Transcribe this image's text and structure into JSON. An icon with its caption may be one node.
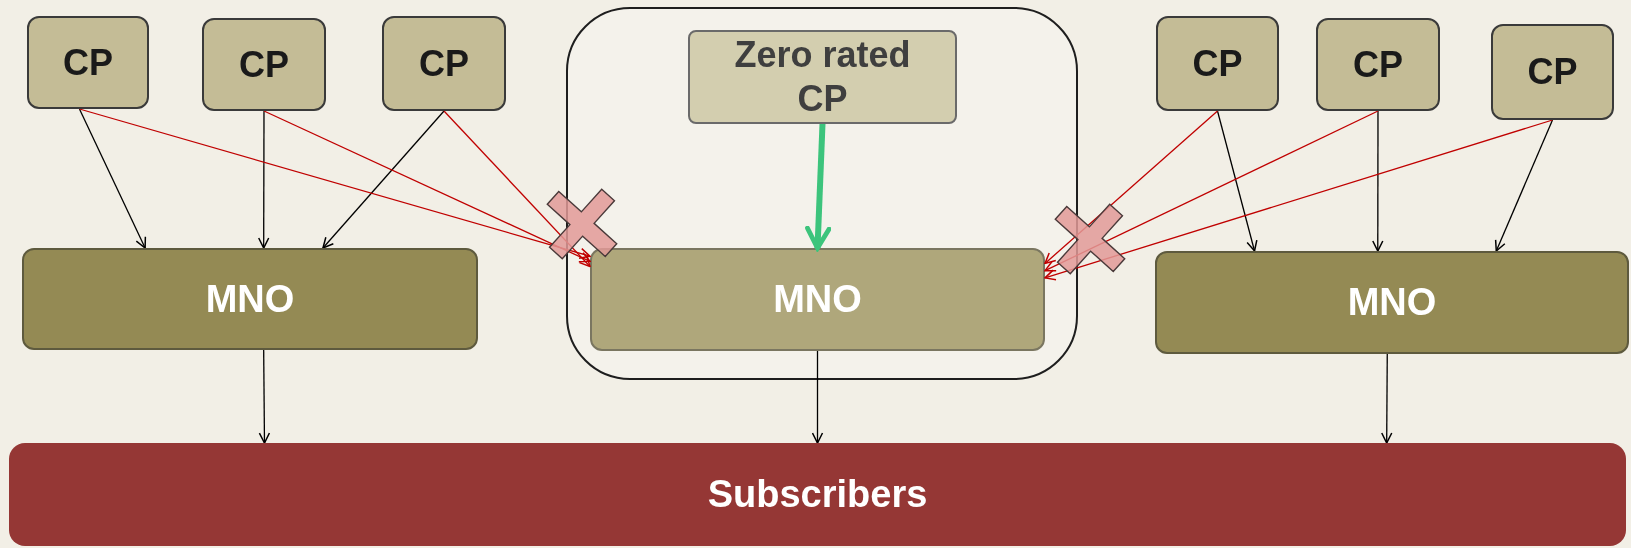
{
  "diagram": {
    "nodes": [
      {
        "text": [
          "CP"
        ]
      },
      {
        "text": [
          "CP"
        ]
      },
      {
        "text": [
          "CP"
        ]
      },
      {
        "text": [],
        "shape": "box"
      },
      {
        "text": [
          "Zero rated CP"
        ],
        "in": 3
      },
      {
        "text": [
          "CP"
        ]
      },
      {
        "text": [
          "CP"
        ]
      },
      {
        "text": [
          "CP"
        ]
      },
      {
        "text": [
          "MNO"
        ]
      },
      {
        "text": [
          "MNO"
        ],
        "in": 3
      },
      {
        "text": [
          "MNO"
        ]
      },
      {
        "text": [
          "Subscribers"
        ]
      }
    ],
    "edges": [
      {
        "from": 0,
        "to": 8,
        "arrow": "to"
      },
      {
        "from": 1,
        "to": 8,
        "arrow": "to"
      },
      {
        "from": 2,
        "to": 8,
        "arrow": "to"
      },
      {
        "from": 0,
        "to": 9,
        "arrow": "to",
        "color": "#c00000"
      },
      {
        "from": 1,
        "to": 9,
        "arrow": "to",
        "color": "#c00000"
      },
      {
        "from": 2,
        "to": 9,
        "arrow": "to",
        "color": "#c00000"
      },
      {
        "from": 4,
        "to": 9,
        "arrow": "to",
        "style": "thick",
        "color": "#3cc47c"
      },
      {
        "from": 5,
        "to": 10,
        "arrow": "to"
      },
      {
        "from": 6,
        "to": 10,
        "arrow": "to"
      },
      {
        "from": 7,
        "to": 10,
        "arrow": "to"
      },
      {
        "from": 5,
        "to": 9,
        "arrow": "to",
        "color": "#c00000"
      },
      {
        "from": 6,
        "to": 9,
        "arrow": "to",
        "color": "#c00000"
      },
      {
        "from": 7,
        "to": 9,
        "arrow": "to",
        "color": "#c00000"
      },
      {
        "from": 8,
        "to": 11,
        "arrow": "to"
      },
      {
        "from": 9,
        "to": 11,
        "arrow": "to"
      },
      {
        "from": 10,
        "to": 11,
        "arrow": "to"
      }
    ]
  }
}
